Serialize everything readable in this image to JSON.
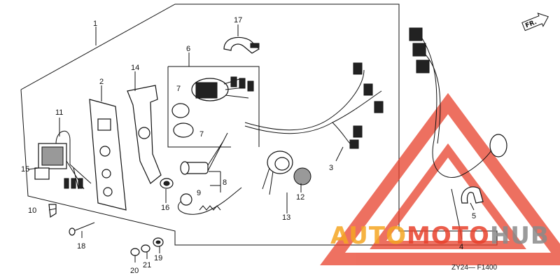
{
  "callouts": {
    "c1": "1",
    "c2": "2",
    "c3": "3",
    "c4": "4",
    "c5": "5",
    "c6": "6",
    "c7a": "7",
    "c7b": "7",
    "c8": "8",
    "c9": "9",
    "c10": "10",
    "c11": "11",
    "c12": "12",
    "c13": "13",
    "c14": "14",
    "c15": "15",
    "c16": "16",
    "c17": "17",
    "c18": "18",
    "c19": "19",
    "c20": "20",
    "c21": "21"
  },
  "direction_label": "FR.",
  "diagram_code": "ZY24— F1400",
  "watermark": {
    "part1": "AUTO",
    "part2": "MOTO",
    "part3": "HUB",
    "color_orange": "#f5a623",
    "color_red": "#e8412c",
    "color_grey": "#8a8a8a"
  },
  "icons": [
    "triangle-watermark-icon",
    "fr-arrow-icon"
  ]
}
